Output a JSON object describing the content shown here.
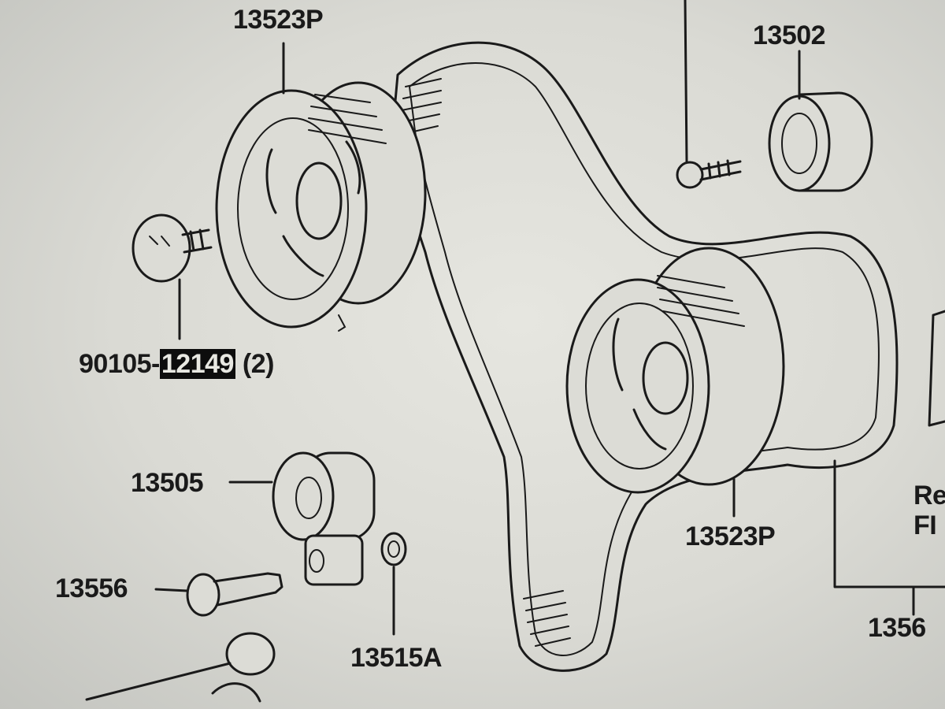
{
  "labels": {
    "pulley_top": "13523P",
    "idler_right": "13502",
    "bolt_prefix": "90105-",
    "bolt_highlight": "12149",
    "bolt_qty": "(2)",
    "tensioner": "13505",
    "pulley_bottom": "13523P",
    "bolt_tensioner": "13556",
    "washer": "13515A",
    "partial_right_top": "Re",
    "partial_right_mid": "FI",
    "partial_right_bottom": "1356"
  }
}
